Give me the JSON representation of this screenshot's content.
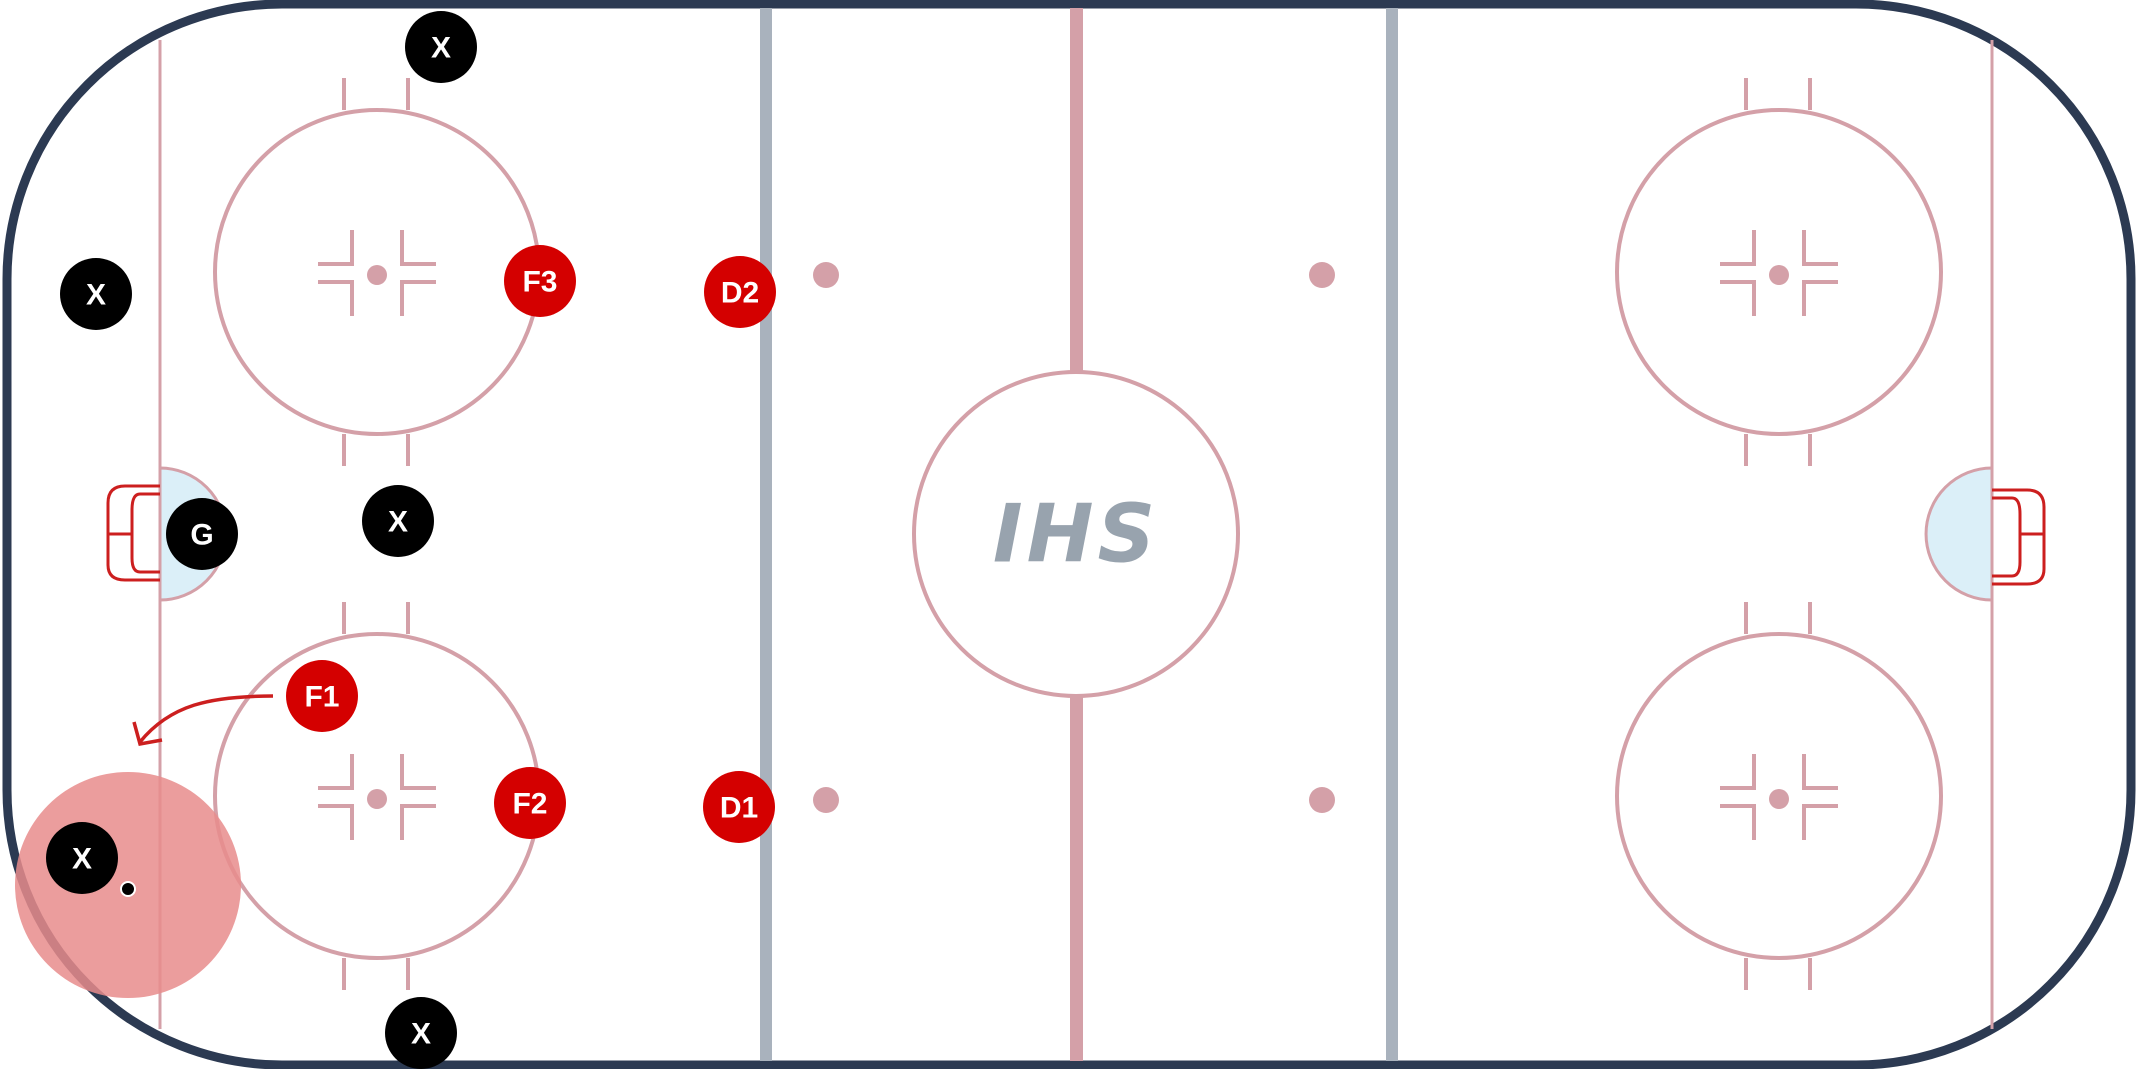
{
  "colors": {
    "board": "#2c3a52",
    "line": "#d4a0a8",
    "blue_line": "#a9b2bd",
    "crease": "#dbeff8",
    "net": "#cc1f1f",
    "logo": "#98a3ae",
    "team_red": "#d40000",
    "team_black": "#000000",
    "zone": "#e88c8c",
    "arrow": "#cc1f1f"
  },
  "logo": {
    "text": "IHS"
  },
  "players": {
    "f1": {
      "label": "F1",
      "team": "red"
    },
    "f2": {
      "label": "F2",
      "team": "red"
    },
    "f3": {
      "label": "F3",
      "team": "red"
    },
    "d1": {
      "label": "D1",
      "team": "red"
    },
    "d2": {
      "label": "D2",
      "team": "red"
    },
    "g": {
      "label": "G",
      "team": "black"
    },
    "x1": {
      "label": "X",
      "team": "black"
    },
    "x2": {
      "label": "X",
      "team": "black"
    },
    "x3": {
      "label": "X",
      "team": "black"
    },
    "x4": {
      "label": "X",
      "team": "black"
    },
    "x5": {
      "label": "X",
      "team": "black"
    }
  },
  "puck": {
    "icon": "puck-icon"
  },
  "arrow": {
    "icon": "curved-arrow-icon",
    "from_player": "F1"
  }
}
